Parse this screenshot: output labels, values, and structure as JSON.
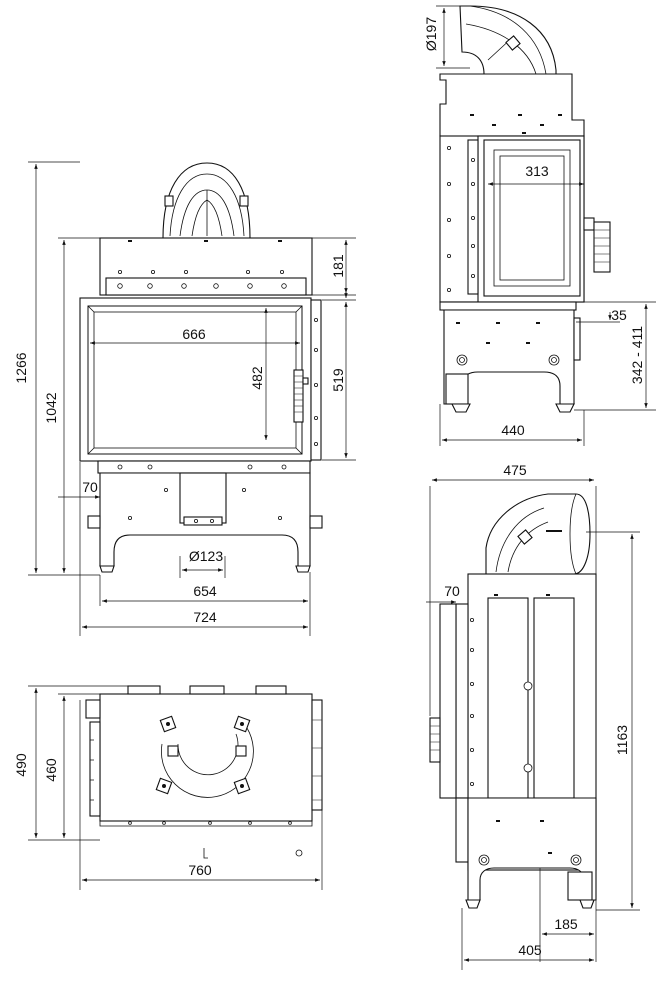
{
  "dimensions": {
    "front": {
      "overall_height": "1266",
      "body_height": "1042",
      "top_section": "181",
      "glass_width": "666",
      "glass_height": "482",
      "opening_height": "519",
      "side_offset": "70",
      "flue_diameter": "Ø123",
      "base_width": "654",
      "body_width": "724"
    },
    "side_top": {
      "flue_diameter": "Ø197",
      "inner_width": "313",
      "offset": "35",
      "leg_range": "342 - 411",
      "depth": "440"
    },
    "top": {
      "depth_outer": "490",
      "depth_inner": "460",
      "width": "760"
    },
    "side_bottom": {
      "width": "475",
      "offset": "70",
      "height": "1163",
      "foot_offset": "185",
      "base_depth": "405"
    }
  }
}
